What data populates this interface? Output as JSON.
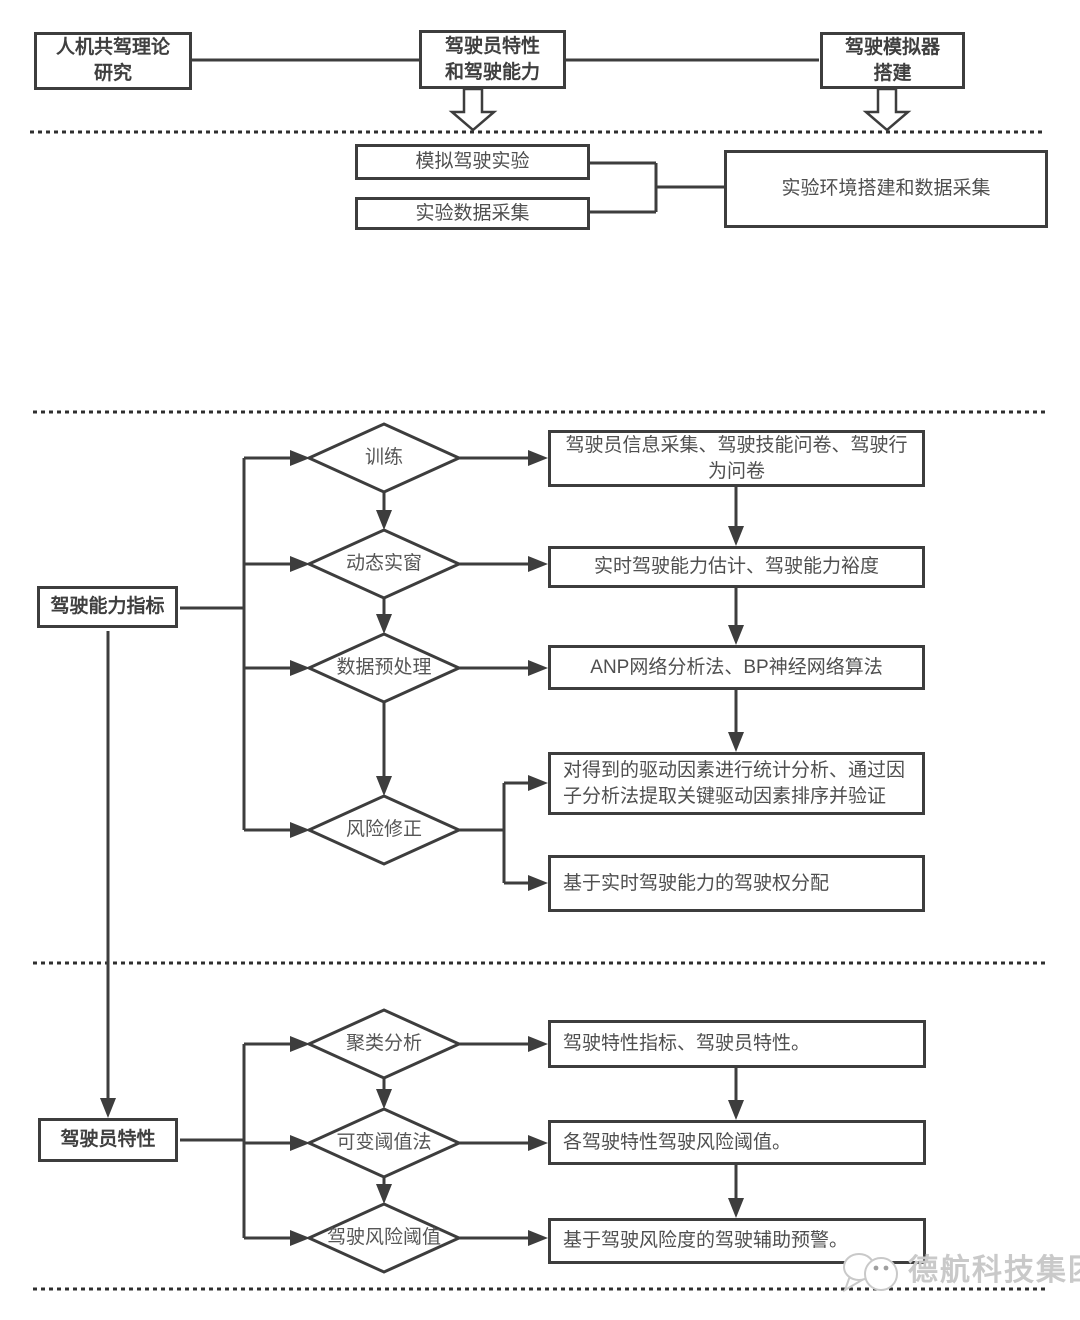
{
  "canvas": {
    "background": "#ffffff",
    "line_color": "#3d3d3d",
    "text_color": "#4f4f4f",
    "watermark_color": "#c9c9c9"
  },
  "top_row": {
    "theory_box": "人机共驾理论\n研究",
    "driver_box": "驾驶员特性\n和驾驶能力",
    "simulator_box": "驾驶模拟器\n搭建"
  },
  "experiment": {
    "sim_box": "模拟驾驶实验",
    "collect_box": "实验数据采集",
    "env_box": "实验环境搭建和数据采集"
  },
  "capability": {
    "index_box": "驾驶能力指标",
    "diamonds": [
      "训练",
      "动态实窗",
      "数据预处理",
      "风险修正"
    ],
    "boxes": [
      "驾驶员信息采集、驾驶技能问卷、驾驶行为问卷",
      "实时驾驶能力估计、驾驶能力裕度",
      "ANP网络分析法、BP神经网络算法",
      "对得到的驱动因素进行统计分析、通过因子分析法提取关键驱动因素排序并验证",
      "基于实时驾驶能力的驾驶权分配"
    ]
  },
  "characteristic": {
    "index_box": "驾驶员特性",
    "diamonds": [
      "聚类分析",
      "可变阈值法",
      "驾驶风险阈值"
    ],
    "boxes": [
      "驾驶特性指标、驾驶员特性。",
      "各驾驶特性驾驶风险阈值。",
      "基于驾驶风险度的驾驶辅助预警。"
    ]
  },
  "watermark": {
    "text": "德航科技集团"
  }
}
